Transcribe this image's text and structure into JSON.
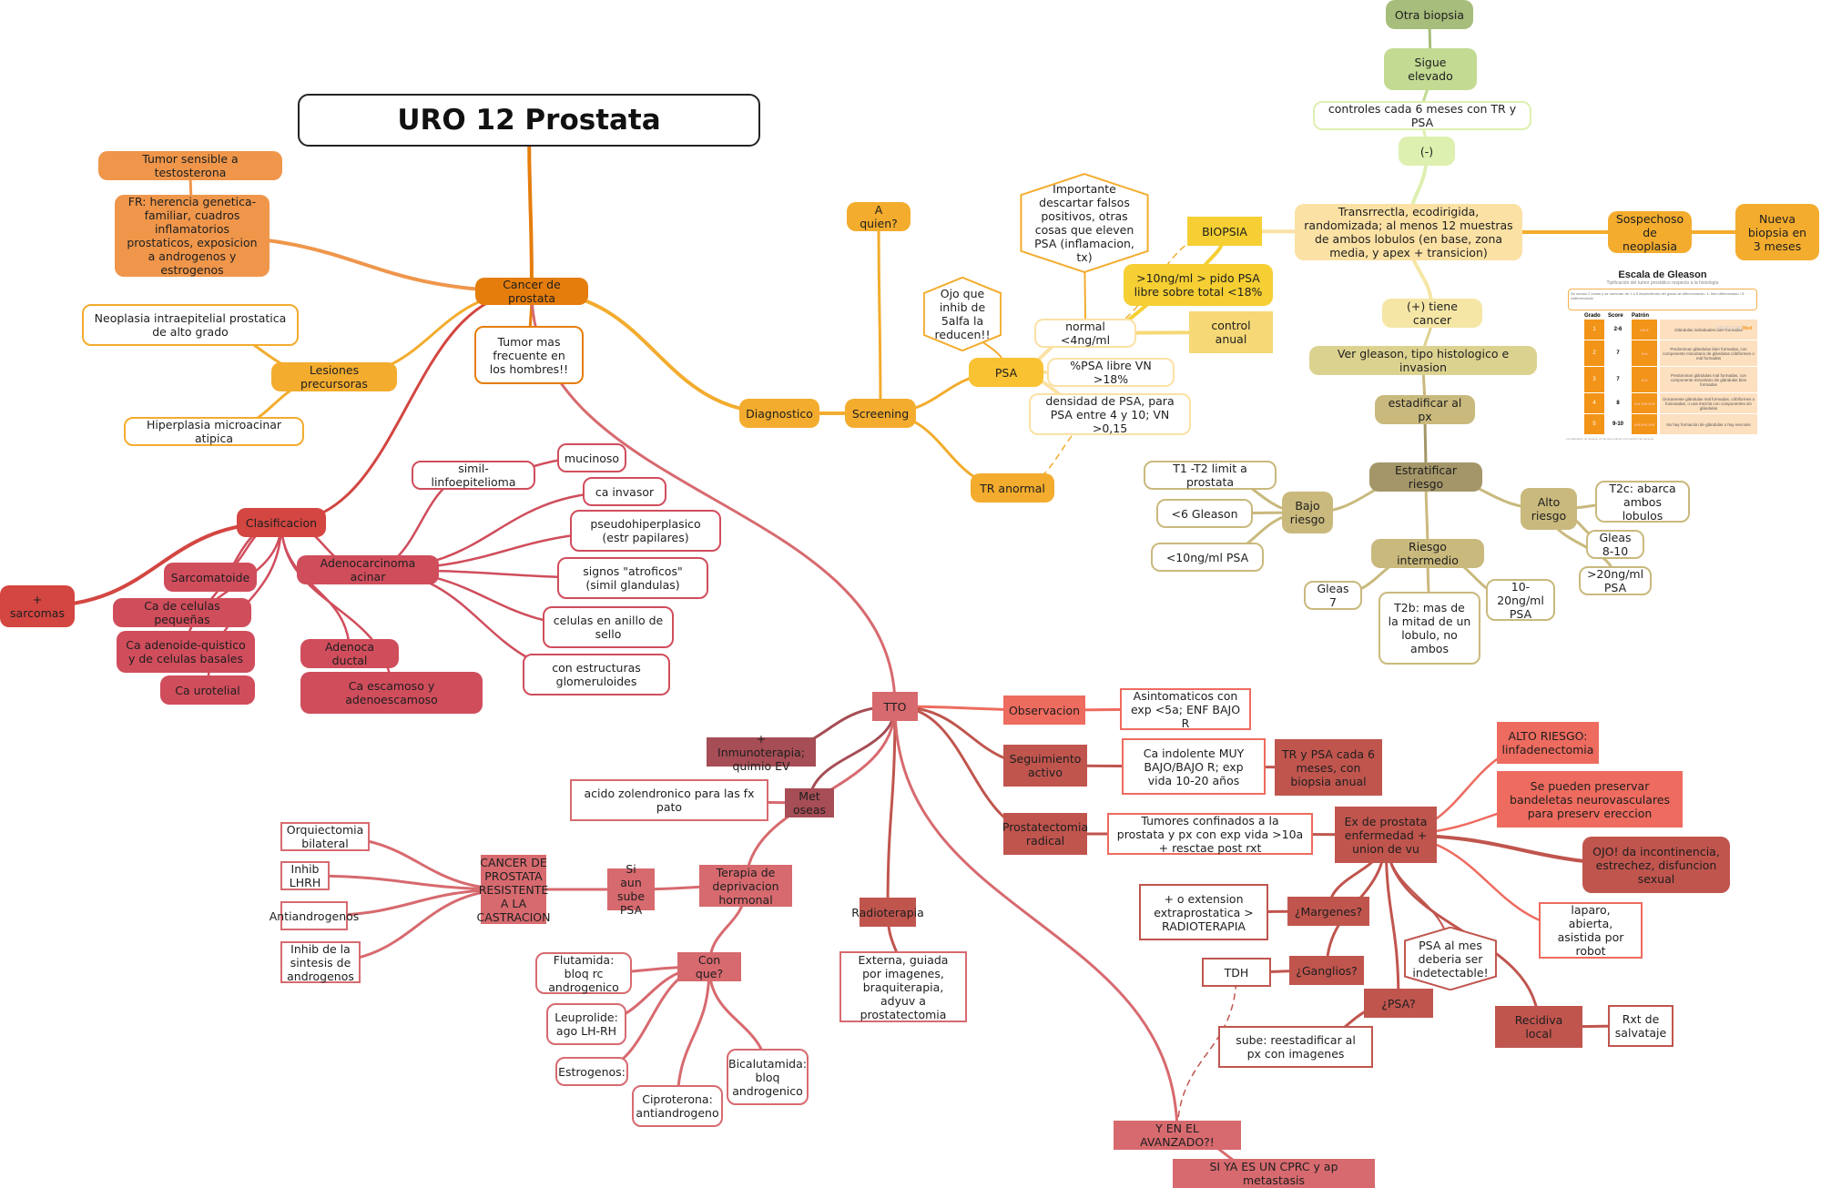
{
  "title": "URO 12 Prostata",
  "colors": {
    "orange_dark": "#e57d0c",
    "orange": "#ef964b",
    "yellow_orange": "#f3ac2e",
    "yellow": "#f9c232",
    "yellow_gold": "#f5cf33",
    "yellow_light": "#f6d877",
    "cream": "#fbe1a4",
    "cream_light": "#f5e6a6",
    "olive": "#a49668",
    "olive_light": "#c9b97d",
    "khaki": "#dcd290",
    "green": "#a7bd7b",
    "green_light": "#c2da92",
    "green_pale": "#def0b0",
    "red": "#d34641",
    "red_rose": "#d04d5c",
    "pink_red": "#d76a6f",
    "salmon": "#ee6b5f",
    "brick": "#c0554e",
    "maroon": "#a64d55"
  },
  "nodes": [
    {
      "id": "cancer",
      "label": "Cancer de prostata"
    },
    {
      "id": "tumor_sensible",
      "label": "Tumor sensible a testosterona"
    },
    {
      "id": "fr",
      "label": "FR: herencia genetica-familiar, cuadros inflamatorios prostaticos, exposicion a androgenos y estrogenos"
    },
    {
      "id": "tumor_frecuente",
      "label": "Tumor mas frecuente en los hombres!!"
    },
    {
      "id": "lesiones",
      "label": "Lesiones precursoras"
    },
    {
      "id": "neoplasia",
      "label": "Neoplasia intraepitelial prostatica de alto grado"
    },
    {
      "id": "hiperplasia",
      "label": "Hiperplasia microacinar atipica"
    },
    {
      "id": "clasificacion",
      "label": "Clasificacion"
    },
    {
      "id": "sarcomas",
      "label": "+ sarcomas"
    },
    {
      "id": "sarcomatoide",
      "label": "Sarcomatoide"
    },
    {
      "id": "pequenas",
      "label": "Ca de celulas pequeñas"
    },
    {
      "id": "adenoide",
      "label": "Ca adenoide-quistico y de celulas basales"
    },
    {
      "id": "urotelial",
      "label": "Ca urotelial"
    },
    {
      "id": "adenoca_acinar",
      "label": "Adenocarcinoma acinar"
    },
    {
      "id": "adenoca_ductal",
      "label": "Adenoca ductal"
    },
    {
      "id": "escamoso",
      "label": "Ca escamoso y adenoescamoso"
    },
    {
      "id": "simil",
      "label": "simil-linfoepitelioma"
    },
    {
      "id": "mucinoso",
      "label": "mucinoso"
    },
    {
      "id": "invasor",
      "label": "ca invasor"
    },
    {
      "id": "pseudo",
      "label": "pseudohiperplasico (estr papilares)"
    },
    {
      "id": "atroficos",
      "label": "signos \"atroficos\" (simil glandulas)"
    },
    {
      "id": "anillo",
      "label": "celulas en anillo de sello"
    },
    {
      "id": "glomeruloides",
      "label": "con estructuras glomeruloides"
    },
    {
      "id": "diagnostico",
      "label": "Diagnostico"
    },
    {
      "id": "screening",
      "label": "Screening"
    },
    {
      "id": "aquien",
      "label": "A quien?"
    },
    {
      "id": "psa",
      "label": "PSA"
    },
    {
      "id": "ojo5alfa",
      "label": "Ojo que inhib de 5alfa la reducen!!"
    },
    {
      "id": "tr_anormal",
      "label": "TR anormal"
    },
    {
      "id": "normal4",
      "label": "normal <4ng/ml"
    },
    {
      "id": "psa_libre",
      "label": "%PSA libre VN >18%"
    },
    {
      "id": "densidad",
      "label": "densidad de PSA, para PSA entre 4 y 10; VN >0,15"
    },
    {
      "id": "importante",
      "label": "Importante descartar falsos positivos, otras cosas que eleven PSA (inflamacion, tx)"
    },
    {
      "id": "mayor10",
      "label": ">10ng/ml > pido PSA libre sobre total <18%"
    },
    {
      "id": "control_anual",
      "label": "control anual"
    },
    {
      "id": "biopsia",
      "label": "BIOPSIA"
    },
    {
      "id": "transrectal",
      "label": "Transrrectla, ecodirigida, randomizada; al menos 12 muestras de ambos lobulos (en base, zona media, y apex + transicion)"
    },
    {
      "id": "sospechoso",
      "label": "Sospechoso de neoplasia"
    },
    {
      "id": "nueva_biopsia",
      "label": "Nueva biopsia en 3 meses"
    },
    {
      "id": "negativo",
      "label": "(-)"
    },
    {
      "id": "controles6",
      "label": "controles cada 6 meses con TR y PSA"
    },
    {
      "id": "sigue_elevado",
      "label": "Sigue elevado"
    },
    {
      "id": "otra_biopsia",
      "label": "Otra biopsia"
    },
    {
      "id": "positivo",
      "label": "(+) tiene cancer"
    },
    {
      "id": "ver_gleason",
      "label": "Ver gleason, tipo histologico e invasion"
    },
    {
      "id": "estadificar",
      "label": "estadificar al px"
    },
    {
      "id": "estratificar",
      "label": "Estratificar riesgo"
    },
    {
      "id": "bajo",
      "label": "Bajo riesgo"
    },
    {
      "id": "t1t2",
      "label": "T1 -T2 limit a prostata"
    },
    {
      "id": "menor6",
      "label": "<6 Gleason"
    },
    {
      "id": "menor10",
      "label": "<10ng/ml PSA"
    },
    {
      "id": "intermedio",
      "label": "Riesgo intermedio"
    },
    {
      "id": "gleas7",
      "label": "Gleas 7"
    },
    {
      "id": "t2b",
      "label": "T2b: mas de la mitad de un lobulo, no ambos"
    },
    {
      "id": "psa10_20",
      "label": "10-20ng/ml PSA"
    },
    {
      "id": "alto",
      "label": "Alto riesgo"
    },
    {
      "id": "t2c",
      "label": "T2c: abarca ambos lobulos"
    },
    {
      "id": "gleas810",
      "label": "Gleas 8-10"
    },
    {
      "id": "mayor20",
      "label": ">20ng/ml PSA"
    },
    {
      "id": "tto",
      "label": "TTO"
    },
    {
      "id": "inmuno",
      "label": "+ Inmunoterapia; quimio EV"
    },
    {
      "id": "met_oseas",
      "label": "Met oseas"
    },
    {
      "id": "zolendronico",
      "label": "acido zolendronico para las fx pato"
    },
    {
      "id": "deprivacion",
      "label": "Terapia de deprivacion hormonal"
    },
    {
      "id": "si_aun",
      "label": "Si aun sube PSA"
    },
    {
      "id": "cprc",
      "label": "CANCER DE PROSTATA RESISTENTE A LA CASTRACION"
    },
    {
      "id": "orquiectomia",
      "label": "Orquiectomia bilateral"
    },
    {
      "id": "lhrh",
      "label": "Inhib LHRH"
    },
    {
      "id": "antiandrogenos",
      "label": "Antiandrogenos"
    },
    {
      "id": "sintesis",
      "label": "Inhib de la sintesis de androgenos"
    },
    {
      "id": "conque",
      "label": "Con que?"
    },
    {
      "id": "flutamida",
      "label": "Flutamida: bloq rc androgenico"
    },
    {
      "id": "leuprolide",
      "label": "Leuprolide: ago LH-RH"
    },
    {
      "id": "estrogenos",
      "label": "Estrogenos:"
    },
    {
      "id": "ciproterona",
      "label": "Ciproterona: antiandrogeno"
    },
    {
      "id": "bicalutamida",
      "label": "Bicalutamida: bloq androgenico"
    },
    {
      "id": "radioterapia",
      "label": "Radioterapia"
    },
    {
      "id": "externa",
      "label": "Externa, guiada por imagenes, braquiterapia, adyuv a prostatectomia"
    },
    {
      "id": "observacion",
      "label": "Observacion"
    },
    {
      "id": "asintomaticos",
      "label": "Asintomaticos con exp <5a; ENF BAJO R"
    },
    {
      "id": "seguimiento",
      "label": "Seguimiento activo"
    },
    {
      "id": "indolente",
      "label": "Ca indolente MUY BAJO/BAJO R; exp vida 10-20 años"
    },
    {
      "id": "tr_psa6",
      "label": "TR y PSA cada 6 meses, con biopsia anual"
    },
    {
      "id": "prostatectomia",
      "label": "Prostatectomia radical"
    },
    {
      "id": "confinados",
      "label": "Tumores confinados a la prostata y px con exp vida >10a + resctae post rxt"
    },
    {
      "id": "ex_prostata",
      "label": "Ex de prostata enfermedad + union de vu"
    },
    {
      "id": "alto_riesgo_linf",
      "label": "ALTO RIESGO: linfadenectomia"
    },
    {
      "id": "bandeletas",
      "label": "Se pueden preservar bandeletas neurovasculares para preserv ereccion"
    },
    {
      "id": "ojo_incontinencia",
      "label": "OJO! da incontinencia, estrechez, disfuncion sexual"
    },
    {
      "id": "laparo",
      "label": "laparo, abierta, asistida por robot"
    },
    {
      "id": "margenes",
      "label": "¿Margenes?"
    },
    {
      "id": "extension",
      "label": "+ o extension extraprostatica > RADIOTERAPIA"
    },
    {
      "id": "ganglios",
      "label": "¿Ganglios?"
    },
    {
      "id": "tdh",
      "label": "TDH"
    },
    {
      "id": "psa_q",
      "label": "¿PSA?"
    },
    {
      "id": "psa_mes",
      "label": "PSA al mes deberia ser indetectable!"
    },
    {
      "id": "sube",
      "label": "sube: reestadificar al px con imagenes"
    },
    {
      "id": "recidiva",
      "label": "Recidiva local"
    },
    {
      "id": "rxt_salvataje",
      "label": "Rxt de salvataje"
    },
    {
      "id": "avanzado",
      "label": "Y EN EL AVANZADO?!"
    },
    {
      "id": "cprc_meta",
      "label": "SI YA ES UN CPRC y ap metastasis"
    }
  ],
  "gleason_image": {
    "title": "Escala de Gleason",
    "subtitle": "Tipificación del tumor prostático respecto a la histología",
    "box_text": "Se suman 2 zonas y se numeran de 1 a 5 dependiendo del grado de diferenciación. 1: bien diferenciado / 5: indiferenciado",
    "headers": [
      "Grado",
      "Score",
      "Patrón"
    ],
    "brand": "SPOTLIGHT",
    "brand_accent": "Med",
    "rows": [
      {
        "grado": "1",
        "score": "2-6",
        "patron": "≤3+3",
        "desc": "Glándulas individuales bien formadas"
      },
      {
        "grado": "2",
        "score": "7",
        "patron": "3+4",
        "desc": "Predominan glándulas bien formadas, con componente minoritario de glándulas cribiformes o mal formadas"
      },
      {
        "grado": "3",
        "score": "7",
        "patron": "4+3",
        "desc": "Predominan glándulas mal formadas, con componente minoritario de glándulas bien formadas"
      },
      {
        "grado": "4",
        "score": "8",
        "patron": "4+4 3+5 5+3",
        "desc": "Únicamente glándulas mal formadas, cribiformes o fusionadas, o una mezcla con componentes sin glándulas"
      },
      {
        "grado": "5",
        "score": "9-10",
        "patron": "4+5 5+4 5+5",
        "desc": "No hay formación de glándulas o hay necrosis"
      }
    ],
    "footnote": "La graduación de Gleason es útil para estimar el pronóstico del paciente."
  }
}
